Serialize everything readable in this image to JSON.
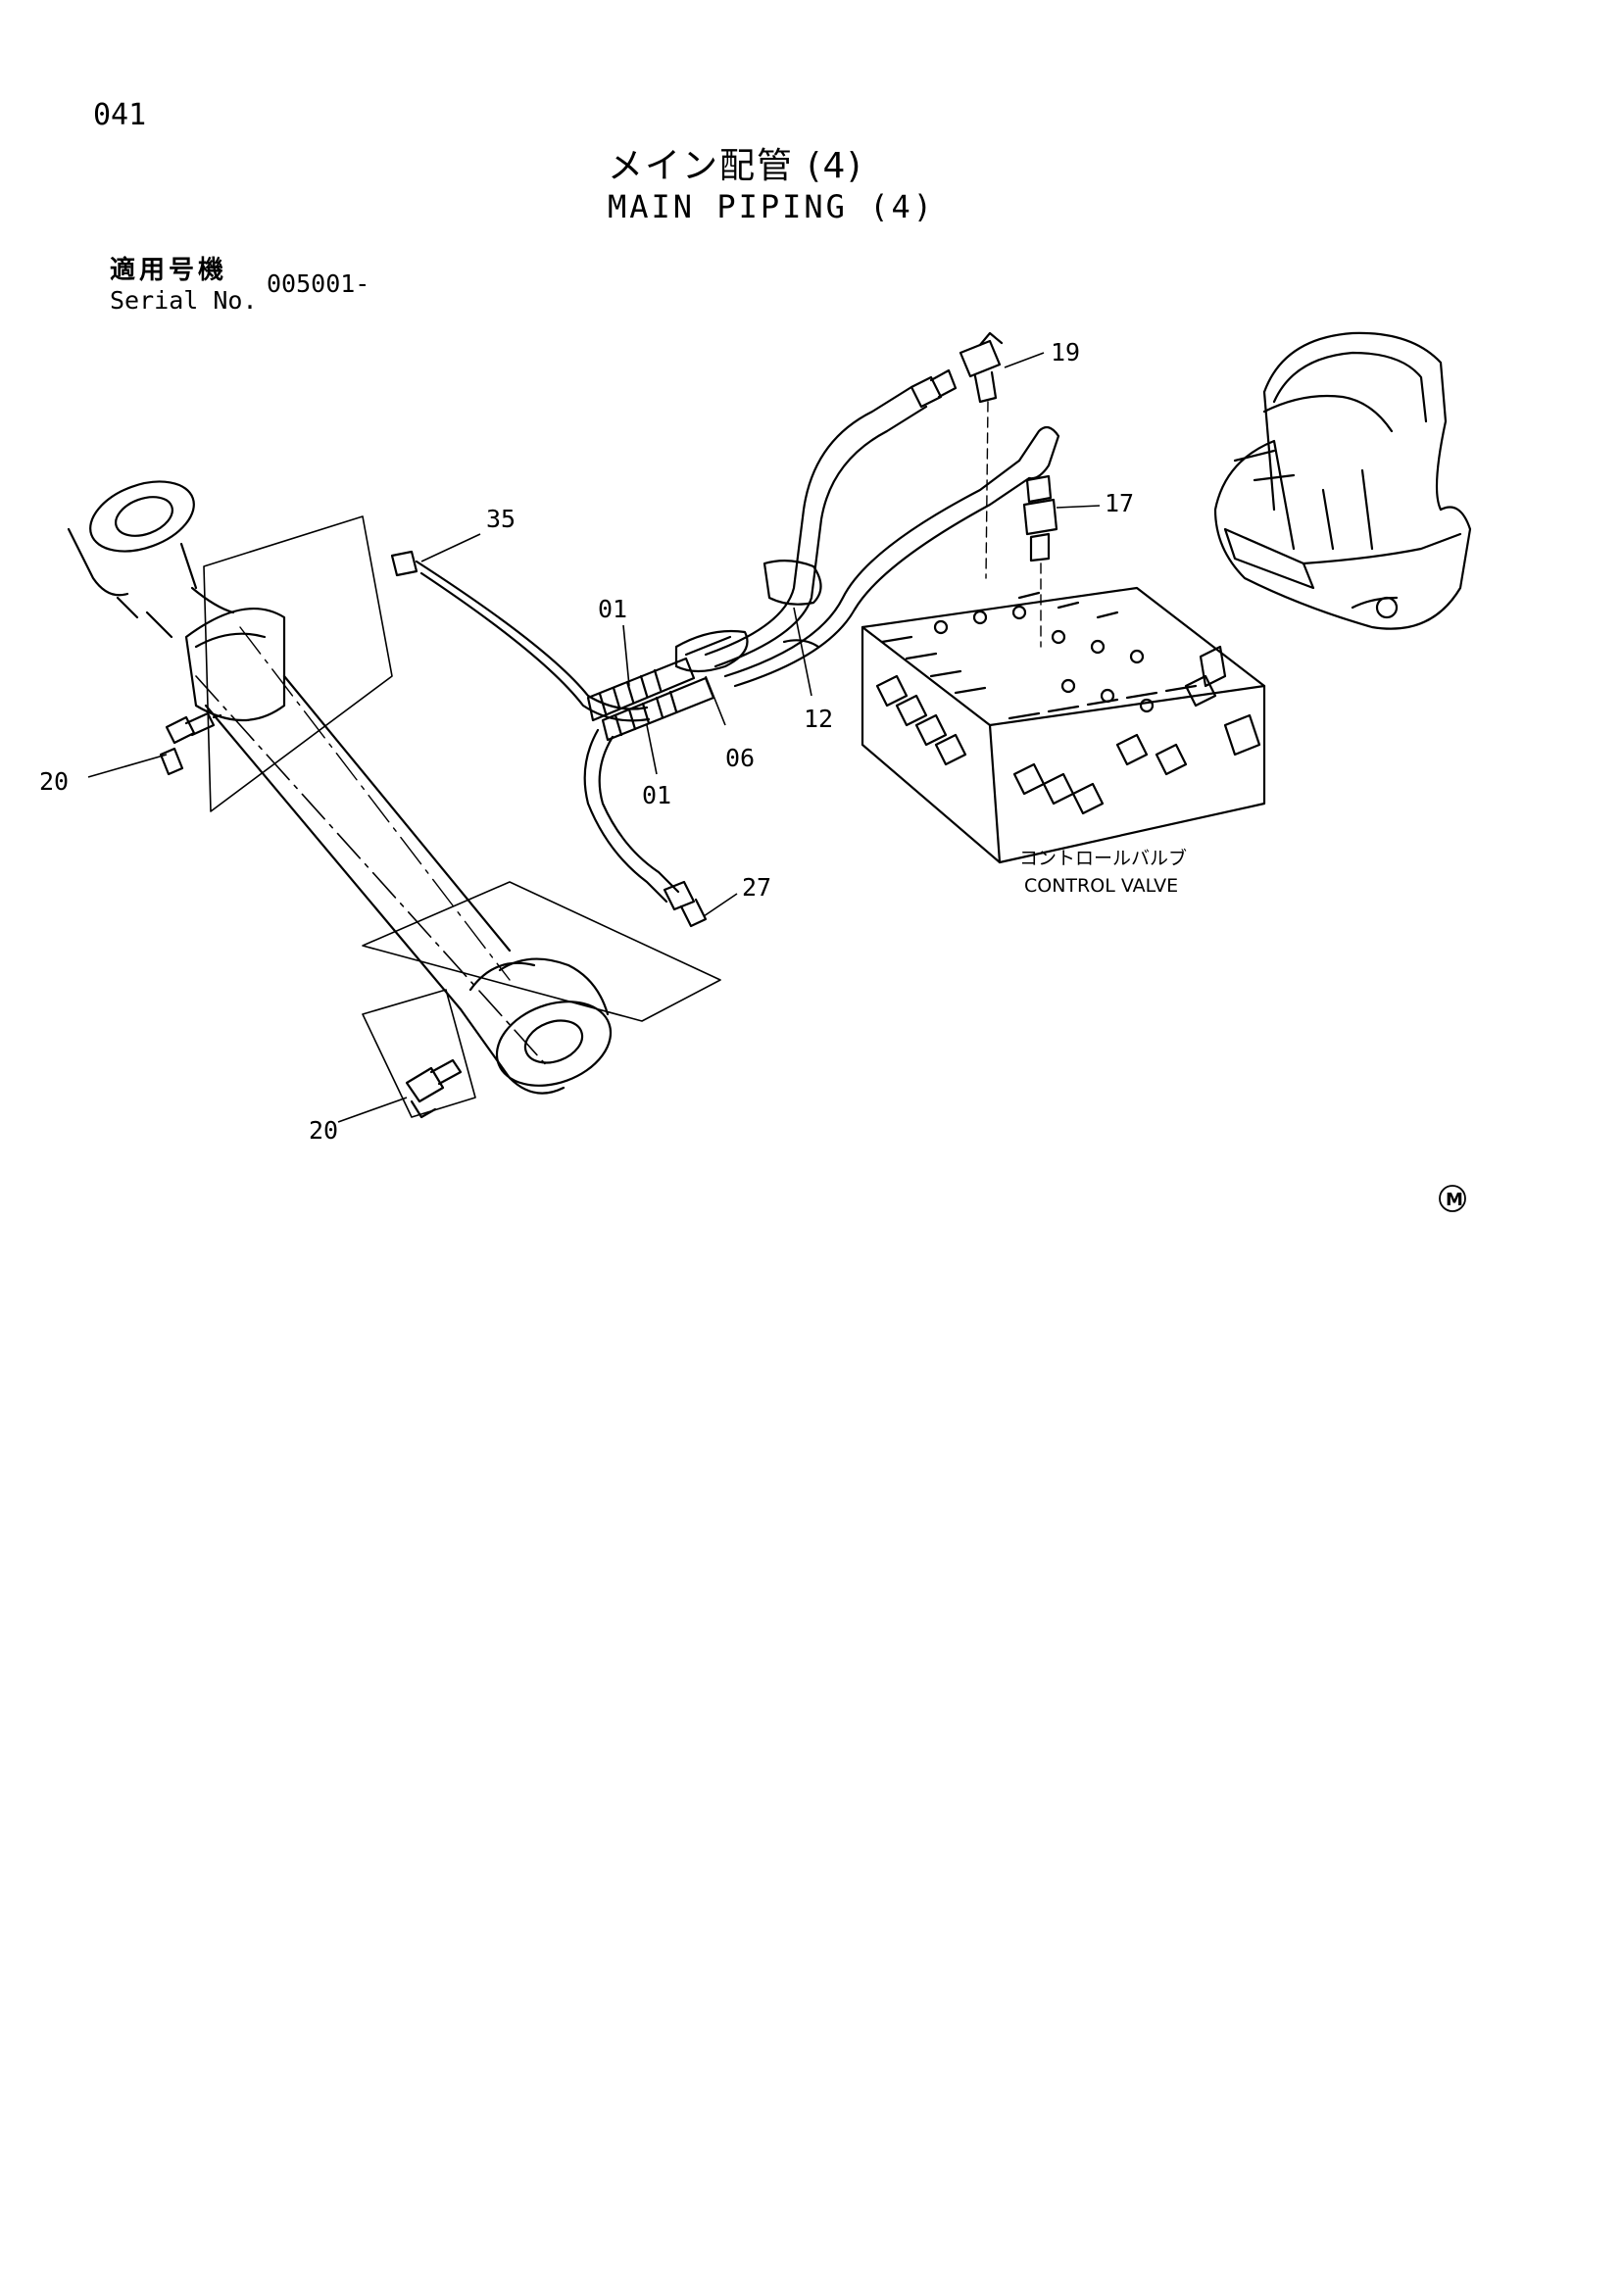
{
  "page": {
    "number": "041",
    "title_jp": "メイン配管 (4)",
    "title_en": "MAIN PIPING (4)",
    "serial_label_jp": "適用号機",
    "serial_label_en": "Serial No.",
    "serial_value": "005001-"
  },
  "diagram": {
    "callouts": {
      "c19": "19",
      "c17": "17",
      "c35": "35",
      "c01a": "01",
      "c01b": "01",
      "c06": "06",
      "c12": "12",
      "c20a": "20",
      "c20b": "20",
      "c27": "27"
    },
    "control_valve_jp": "コントロールバルブ",
    "control_valve_en": "CONTROL VALVE",
    "mark": "M"
  }
}
